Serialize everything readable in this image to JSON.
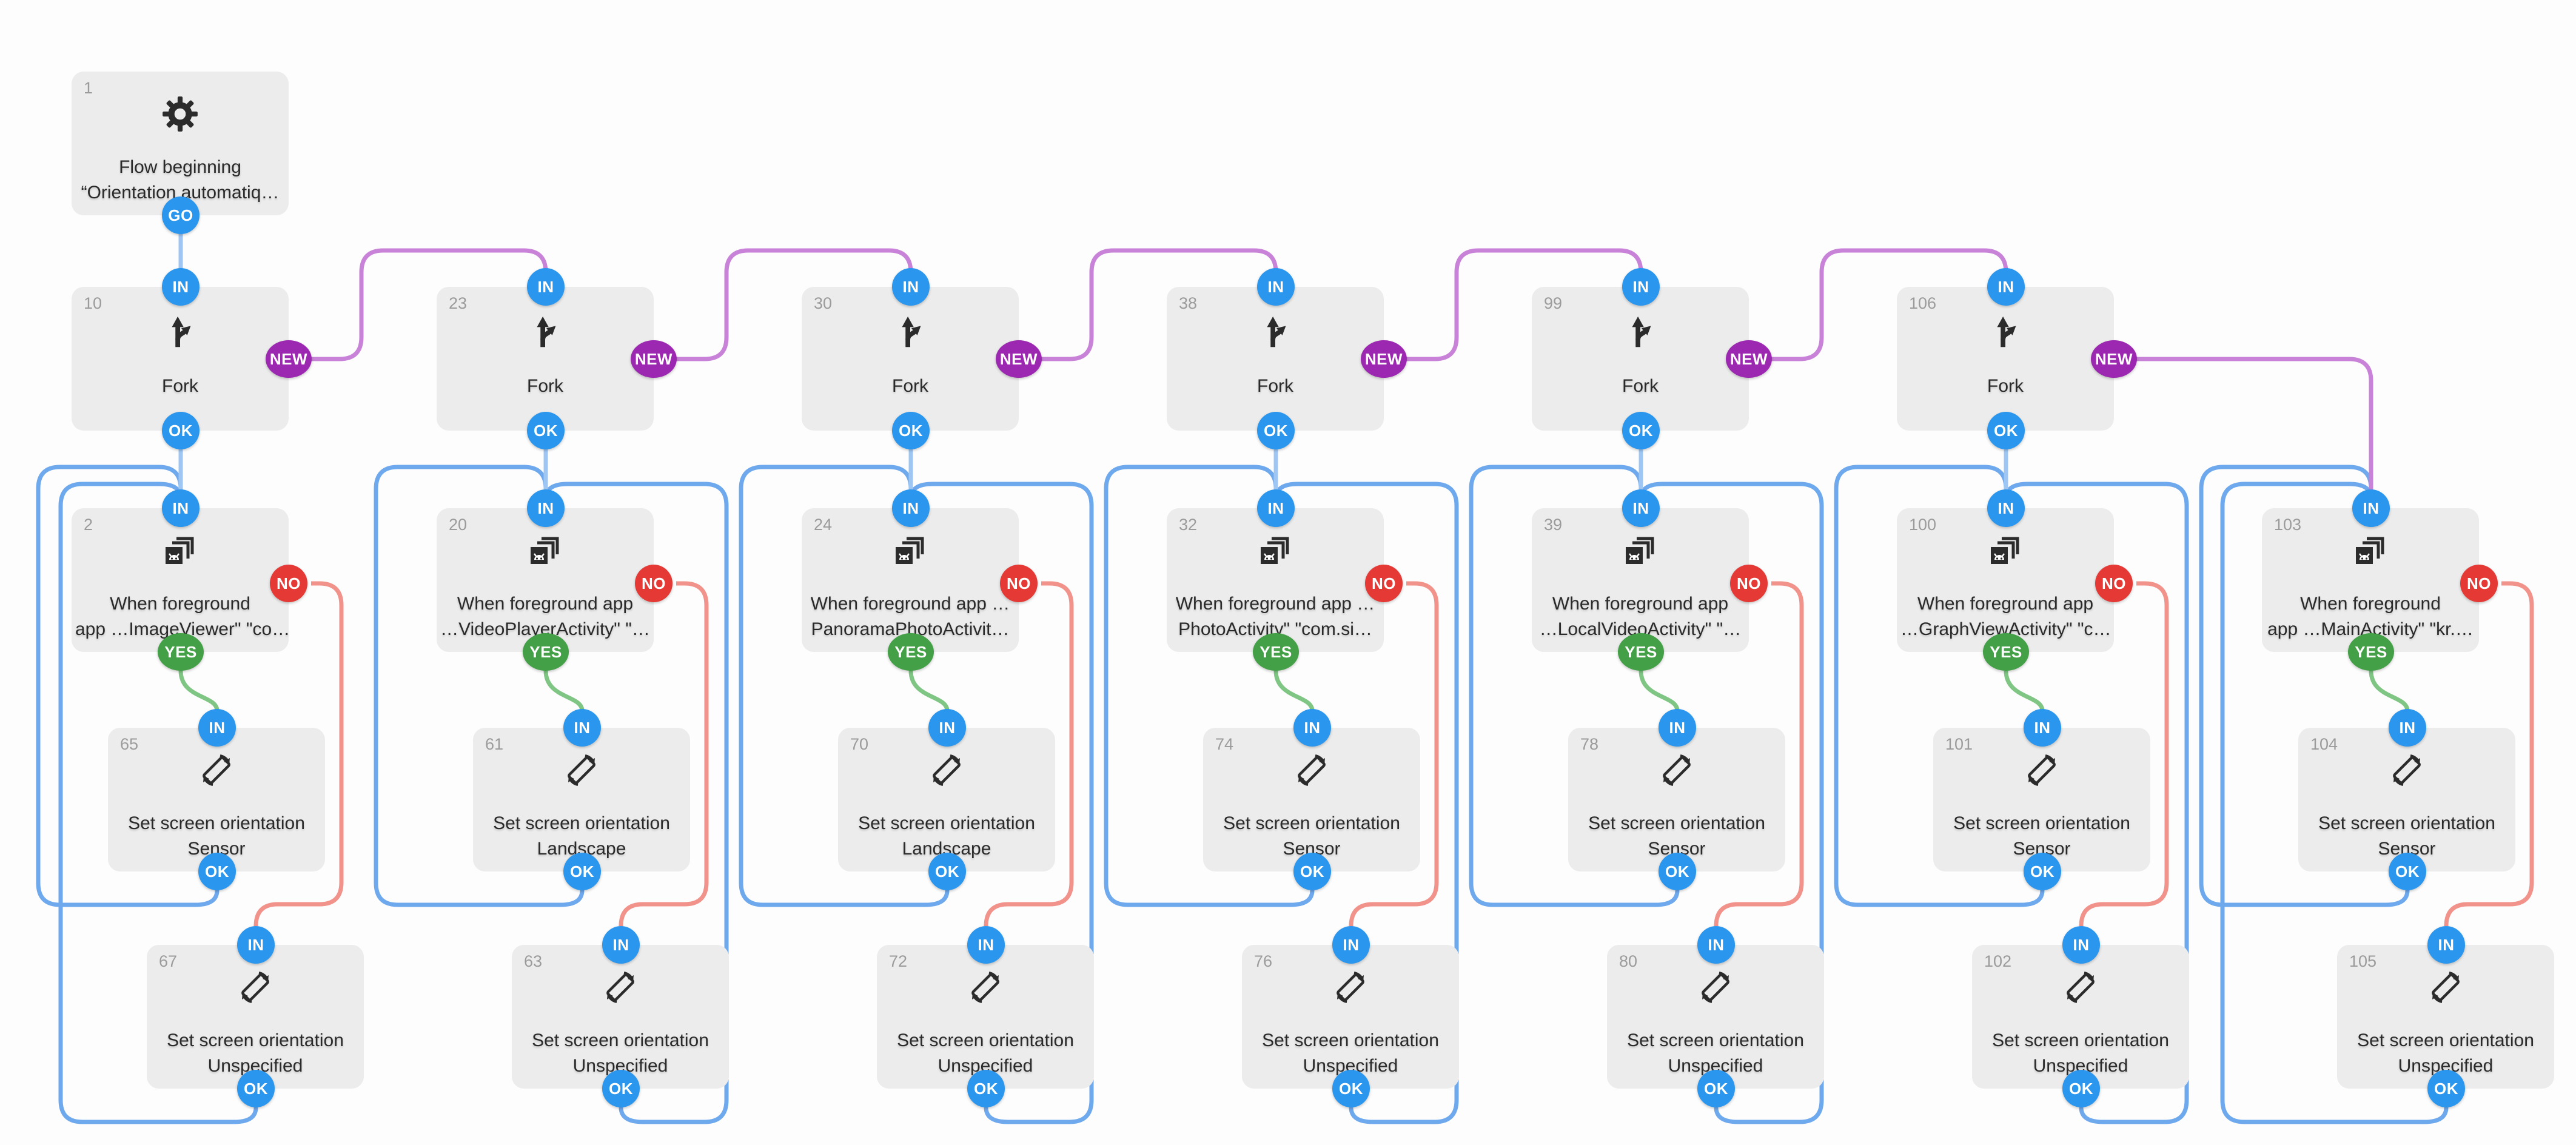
{
  "title": "Flow diagram — Orientation automatique",
  "colors": {
    "badge_blue": "#2b96ee",
    "badge_green": "#43a047",
    "badge_red": "#e53935",
    "badge_purple": "#9c27b0",
    "wire_blue": "#6fa9ed",
    "wire_blue_light": "#9fc6f3",
    "wire_green": "#7fc583",
    "wire_red": "#f1928b",
    "wire_purple": "#c883d8",
    "node_bg": "#ececec"
  },
  "badges": {
    "go": "GO",
    "in": "IN",
    "ok": "OK",
    "yes": "YES",
    "no": "NO",
    "new": "NEW"
  },
  "start": {
    "num": "1",
    "l1": "Flow beginning",
    "l2": "“Orientation automatiq…"
  },
  "cols": [
    {
      "fork": {
        "num": "10",
        "label": "Fork"
      },
      "when": {
        "num": "2",
        "l1": "When foreground",
        "l2": "app …ImageViewer\" \"co…"
      },
      "mid": {
        "num": "65",
        "l1": "Set screen orientation",
        "l2": "Sensor"
      },
      "bot": {
        "num": "67",
        "l1": "Set screen orientation",
        "l2": "Unspecified"
      }
    },
    {
      "fork": {
        "num": "23",
        "label": "Fork"
      },
      "when": {
        "num": "20",
        "l1": "When foreground app",
        "l2": "…VideoPlayerActivity\" \"…"
      },
      "mid": {
        "num": "61",
        "l1": "Set screen orientation",
        "l2": "Landscape"
      },
      "bot": {
        "num": "63",
        "l1": "Set screen orientation",
        "l2": "Unspecified"
      }
    },
    {
      "fork": {
        "num": "30",
        "label": "Fork"
      },
      "when": {
        "num": "24",
        "l1": "When foreground app …",
        "l2": "PanoramaPhotoActivit…"
      },
      "mid": {
        "num": "70",
        "l1": "Set screen orientation",
        "l2": "Landscape"
      },
      "bot": {
        "num": "72",
        "l1": "Set screen orientation",
        "l2": "Unspecified"
      }
    },
    {
      "fork": {
        "num": "38",
        "label": "Fork"
      },
      "when": {
        "num": "32",
        "l1": "When foreground app …",
        "l2": "PhotoActivity\" \"com.si…"
      },
      "mid": {
        "num": "74",
        "l1": "Set screen orientation",
        "l2": "Sensor"
      },
      "bot": {
        "num": "76",
        "l1": "Set screen orientation",
        "l2": "Unspecified"
      }
    },
    {
      "fork": {
        "num": "99",
        "label": "Fork"
      },
      "when": {
        "num": "39",
        "l1": "When foreground app",
        "l2": "…LocalVideoActivity\" \"…"
      },
      "mid": {
        "num": "78",
        "l1": "Set screen orientation",
        "l2": "Sensor"
      },
      "bot": {
        "num": "80",
        "l1": "Set screen orientation",
        "l2": "Unspecified"
      }
    },
    {
      "fork": {
        "num": "106",
        "label": "Fork"
      },
      "when": {
        "num": "100",
        "l1": "When foreground app",
        "l2": "…GraphViewActivity\" \"c…"
      },
      "mid": {
        "num": "101",
        "l1": "Set screen orientation",
        "l2": "Sensor"
      },
      "bot": {
        "num": "102",
        "l1": "Set screen orientation",
        "l2": "Unspecified"
      }
    },
    {
      "when": {
        "num": "103",
        "l1": "When foreground",
        "l2": "app …MainActivity\" \"kr.…"
      },
      "mid": {
        "num": "104",
        "l1": "Set screen orientation",
        "l2": "Sensor"
      },
      "bot": {
        "num": "105",
        "l1": "Set screen orientation",
        "l2": "Unspecified"
      }
    }
  ]
}
